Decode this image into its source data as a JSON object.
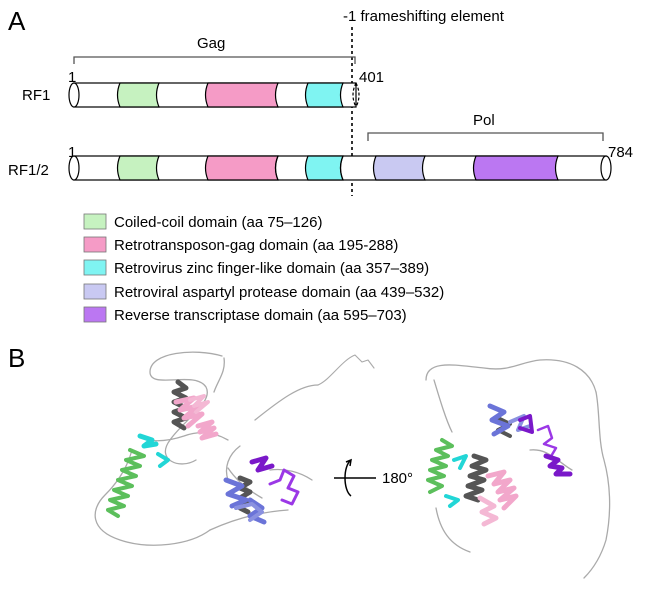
{
  "panels": {
    "a": "A",
    "b": "B"
  },
  "frameshift_label": "-1 frameshifting element",
  "gag_label": "Gag",
  "pol_label": "Pol",
  "rf1": {
    "name": "RF1",
    "start": "1",
    "end": "401"
  },
  "rf12": {
    "name": "RF1/2",
    "start": "1",
    "end": "784"
  },
  "legend": [
    {
      "label": "Coiled-coil domain (aa 75–126)",
      "color": "#c6f2c0"
    },
    {
      "label": "Retrotransposon-gag domain (aa 195-288)",
      "color": "#f59bc6"
    },
    {
      "label": "Retrovirus zinc finger-like domain (aa 357–389)",
      "color": "#7ff4f2"
    },
    {
      "label": "Retroviral aspartyl protease domain (aa 439–532)",
      "color": "#c9c9f2"
    },
    {
      "label": "Reverse transcriptase domain (aa 595–703)",
      "color": "#bb77f2"
    }
  ],
  "rotation_label": "180°"
}
